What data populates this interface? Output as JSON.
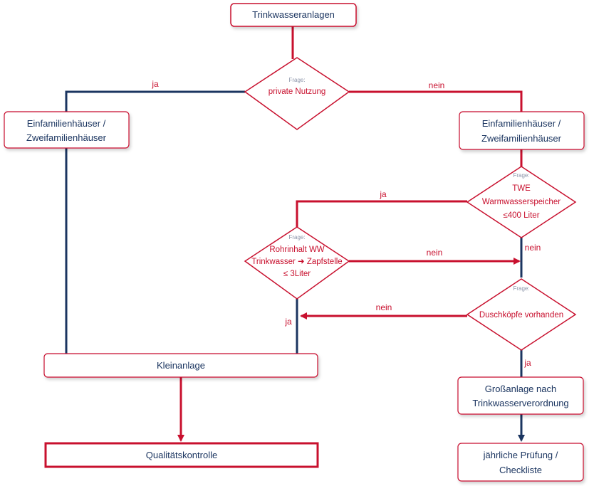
{
  "colors": {
    "red": "#c8102e",
    "navy": "#1b3560",
    "label": "#8a93a8"
  },
  "nodes": {
    "start": "Trinkwasseranlagen",
    "q1": {
      "prefix": "Frage:",
      "lines": [
        "private Nutzung"
      ]
    },
    "efh_left": [
      "Einfamilienhäuser /",
      "Zweifamilienhäuser"
    ],
    "efh_right": [
      "Einfamilienhäuser /",
      "Zweifamilienhäuser"
    ],
    "q2": {
      "prefix": "Frage:",
      "lines": [
        "TWE",
        "Warmwasserspeicher",
        "≤400 Liter"
      ]
    },
    "q3": {
      "prefix": "Frage:",
      "lines": [
        "Rohrinhalt  WW",
        "Trinkwasser ➜ Zapfstelle",
        "≤  3Liter"
      ]
    },
    "q4": {
      "prefix": "Frage:",
      "lines": [
        "Duschköpfe vorhanden"
      ]
    },
    "kleinanlage": "Kleinanlage",
    "qualitaet": "Qualitätskontrolle",
    "grossanlage": [
      "Großanlage nach",
      "Trinkwasserverordnung"
    ],
    "pruefung": [
      "jährliche Prüfung /",
      "Checkliste"
    ]
  },
  "edges": {
    "q1_yes": "ja",
    "q1_no": "nein",
    "q2_yes": "ja",
    "q2_no": "nein",
    "q3_yes": "ja",
    "q3_no": "nein",
    "q4_yes": "ja",
    "q4_no": "nein"
  }
}
